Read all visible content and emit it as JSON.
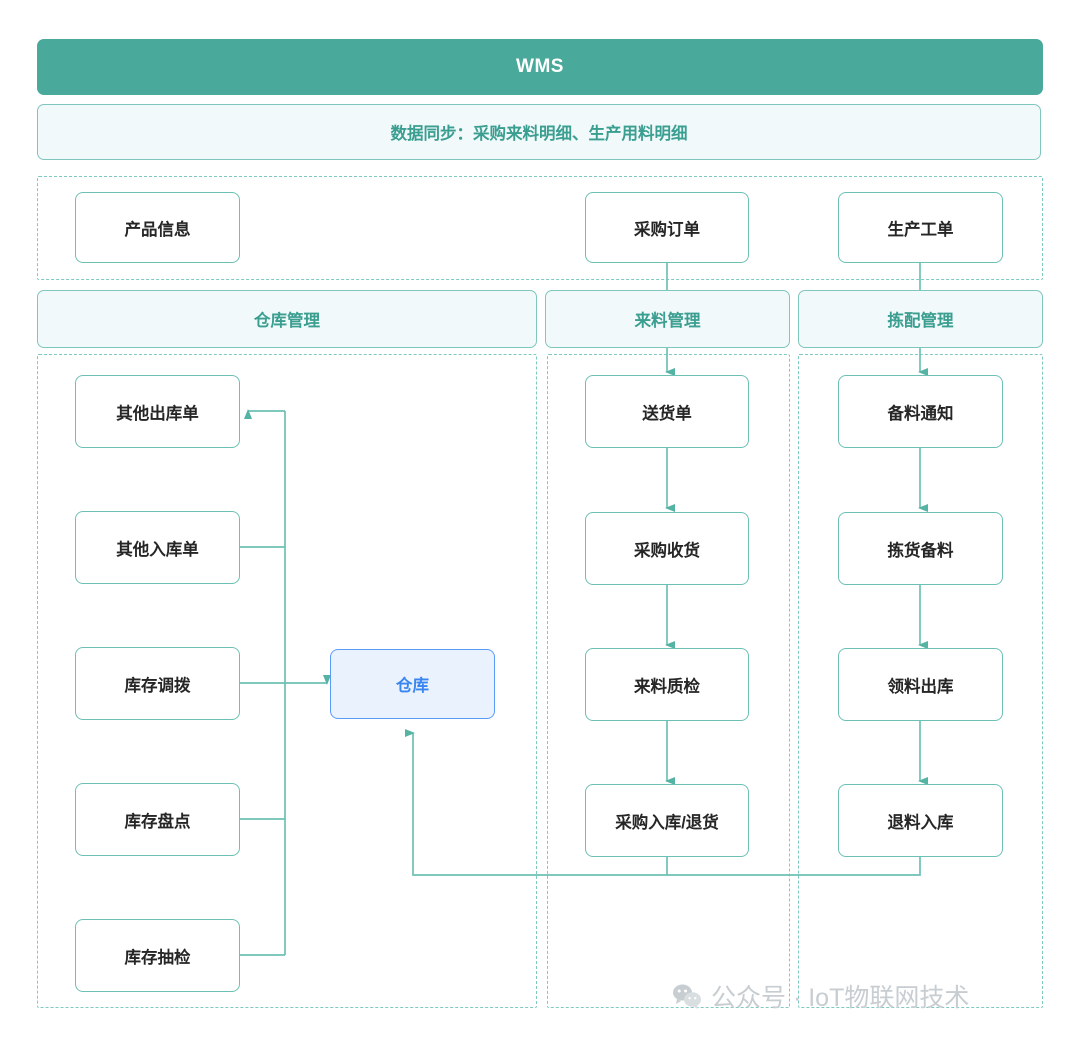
{
  "header": {
    "system_title": "WMS",
    "sync_text": "数据同步：采购来料明细、生产用料明细"
  },
  "top_inputs": [
    {
      "label": "产品信息"
    },
    {
      "label": "采购订单"
    },
    {
      "label": "生产工单"
    }
  ],
  "sections": [
    {
      "title": "仓库管理"
    },
    {
      "title": "来料管理"
    },
    {
      "title": "拣配管理"
    }
  ],
  "warehouse_section": {
    "nodes": [
      {
        "label": "其他出库单"
      },
      {
        "label": "其他入库单"
      },
      {
        "label": "库存调拨"
      },
      {
        "label": "库存盘点"
      },
      {
        "label": "库存抽检"
      }
    ],
    "hub": {
      "label": "仓库"
    }
  },
  "incoming_section": {
    "nodes": [
      {
        "label": "送货单"
      },
      {
        "label": "采购收货"
      },
      {
        "label": "来料质检"
      },
      {
        "label": "采购入库/退货"
      }
    ]
  },
  "picking_section": {
    "nodes": [
      {
        "label": "备料通知"
      },
      {
        "label": "拣货备料"
      },
      {
        "label": "领料出库"
      },
      {
        "label": "退料入库"
      }
    ]
  },
  "watermark": {
    "text": "公众号 · IoT物联网技术",
    "icon": "wechat-icon"
  },
  "colors": {
    "teal": "#49a99a",
    "teal_border": "#6dc0b4",
    "teal_text": "#3a9e90",
    "panel_bg": "#f2f9fb",
    "blue_fill": "#eaf2fe",
    "blue_border": "#5b9bf8",
    "blue_text": "#3a86f0",
    "dashed": "#7ec9c0",
    "watermark": "#c7cdd1"
  }
}
